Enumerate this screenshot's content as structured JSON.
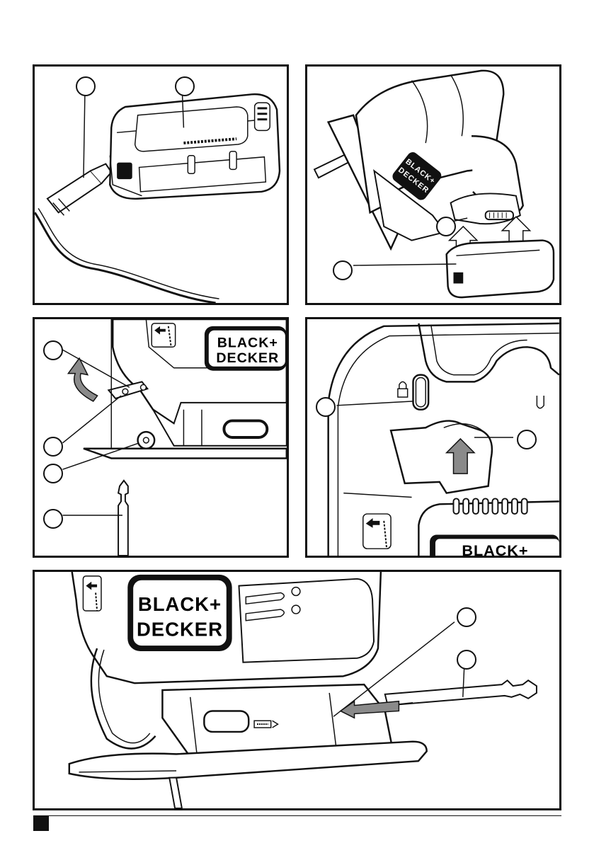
{
  "figures": {
    "fig1": {
      "label": "battery-charging"
    },
    "fig2": {
      "label": "battery-insertion"
    },
    "fig3": {
      "label": "blade-clamp-release"
    },
    "fig4": {
      "label": "lock-off-switch-and-trigger"
    },
    "fig5": {
      "label": "blade-insertion"
    }
  },
  "brand": {
    "line1": "BLACK+",
    "line2": "DECKER"
  },
  "colors": {
    "ink": "#111111",
    "arrow_fill": "#8a8a8a",
    "paper": "#ffffff"
  },
  "icons": [
    "lock-icon",
    "blade-direction-icon",
    "usb-port-icon"
  ]
}
